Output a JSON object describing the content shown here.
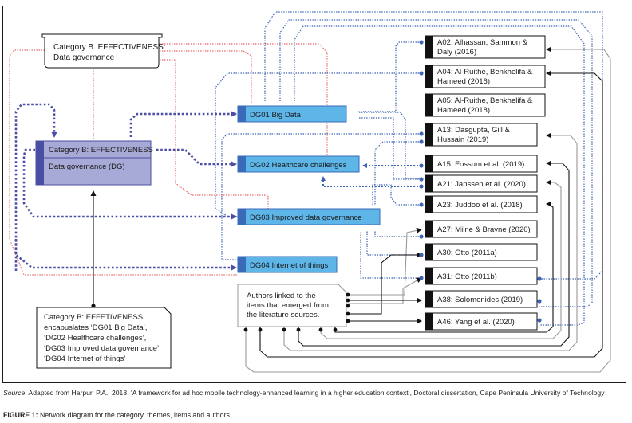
{
  "category_note": {
    "line1": "Category B. EFFECTIVENESS:",
    "line2": "Data governance"
  },
  "category_box": {
    "title": "Category B: EFFECTIVENESS",
    "subtitle": "Data governance (DG)"
  },
  "themes": [
    {
      "id": "DG01",
      "label": "DG01 Big Data"
    },
    {
      "id": "DG02",
      "label": "DG02 Healthcare challenges"
    },
    {
      "id": "DG03",
      "label": "DG03 Improved data governance"
    },
    {
      "id": "DG04",
      "label": "DG04 Internet of things"
    }
  ],
  "authors": [
    {
      "id": "A02",
      "line1": "A02: Alhassan, Sammon &",
      "line2": "Daly (2016)"
    },
    {
      "id": "A04",
      "line1": "A04: Al-Ruithe, Benkhelifa &",
      "line2": "Hameed (2016)"
    },
    {
      "id": "A05",
      "line1": "A05: Al-Ruithe, Benkhelifa &",
      "line2": "Hameed (2018)"
    },
    {
      "id": "A13",
      "line1": "A13: Dasgupta, Gill &",
      "line2": "Hussain (2019)"
    },
    {
      "id": "A15",
      "line1": "A15: Fossum et al. (2019)",
      "line2": ""
    },
    {
      "id": "A21",
      "line1": "A21: Janssen et al. (2020)",
      "line2": ""
    },
    {
      "id": "A23",
      "line1": "A23: Juddoo et al. (2018)",
      "line2": ""
    },
    {
      "id": "A27",
      "line1": "A27: Milne & Brayne (2020)",
      "line2": ""
    },
    {
      "id": "A30",
      "line1": "A30: Otto (2011a)",
      "line2": ""
    },
    {
      "id": "A31",
      "line1": "A31: Otto (2011b)",
      "line2": ""
    },
    {
      "id": "A38",
      "line1": "A38: Solomonides (2019)",
      "line2": ""
    },
    {
      "id": "A46",
      "line1": "A46: Yang et al. (2020)",
      "line2": ""
    }
  ],
  "authors_note": {
    "line1": "Authors linked to the",
    "line2": "items that emerged from",
    "line3": "the literature sources."
  },
  "encapsulates_note": {
    "line1": "Category B: EFFETIVENESS",
    "line2": "encapuslates ‘DG01 Big Data’,",
    "line3": "‘DG02 Healthcare challenges’,",
    "line4": "‘DG03 Improved data govemance’,",
    "line5": "‘DG04 Internet of things’"
  },
  "source": {
    "label": "Source",
    "text": ": Adapted from Harpur, P.A., 2018, ‘A framework for ad hoc mobile technology-enhanced learning in a higher education context’, Doctoral dissertation, Cape Peninsula University of Technology"
  },
  "caption": {
    "label": "FIGURE 1:",
    "text": " Network diagram for the category, themes, items and authors."
  },
  "colors": {
    "category_fill": "#a7a9d6",
    "category_bar": "#4b4fa3",
    "theme_fill": "#5db5e8",
    "theme_bar": "#3a6bb8",
    "link_blue": "#3d63b5",
    "link_purple": "#4b4fa3",
    "link_red": "#e86b6b",
    "author_bar": "#111111",
    "gray_line": "#999999"
  }
}
